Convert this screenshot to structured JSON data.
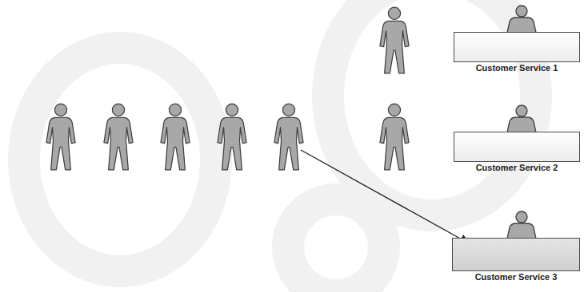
{
  "diagram": {
    "nodes": [
      {
        "text": [
          "Customer Service 1"
        ]
      },
      {
        "text": [
          "Customer Service 2"
        ]
      },
      {
        "text": [
          "Customer Service 3"
        ]
      }
    ]
  }
}
